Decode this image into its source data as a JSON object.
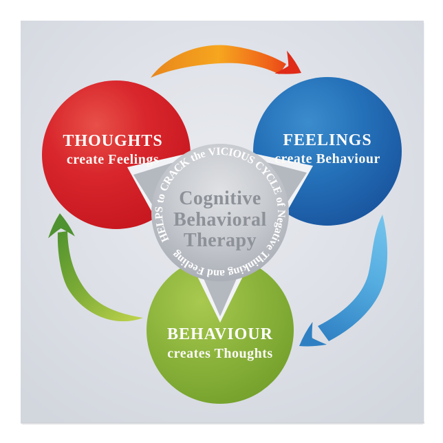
{
  "poster": {
    "page_color": "#ffffff",
    "background_color": "#dde0e7",
    "center": {
      "title": "Cognitive Behavioral Therapy",
      "title_lines": [
        "Cognitive",
        "Behavioral",
        "Therapy"
      ],
      "ring_text": "HELPS to CRACK the VICIOUS CYCLE of Negative Thinking and Feeling",
      "fill_color": "#c3c6cc",
      "tail_color": "#b4b8bf",
      "text_color": "#8d9198",
      "ring_text_color": "#ffffff"
    },
    "nodes": {
      "thoughts": {
        "title": "THOUGHTS",
        "subtitle": "create Feelings",
        "color": "#d2232b"
      },
      "feelings": {
        "title": "FEELINGS",
        "subtitle": "create Behaviour",
        "color": "#2169b0"
      },
      "behaviour": {
        "title": "BEHAVIOUR",
        "subtitle": "creates Thoughts",
        "color": "#8ab33a"
      }
    },
    "arrows": {
      "thoughts_to_feelings": {
        "color_start": "#ef8c1d",
        "color_end": "#e02d18"
      },
      "feelings_to_behaviour": {
        "color_start": "#74c4ec",
        "color_end": "#2d7cc0"
      },
      "behaviour_to_thoughts": {
        "color_start": "#55952f",
        "color_end": "#bdd24c"
      }
    }
  }
}
